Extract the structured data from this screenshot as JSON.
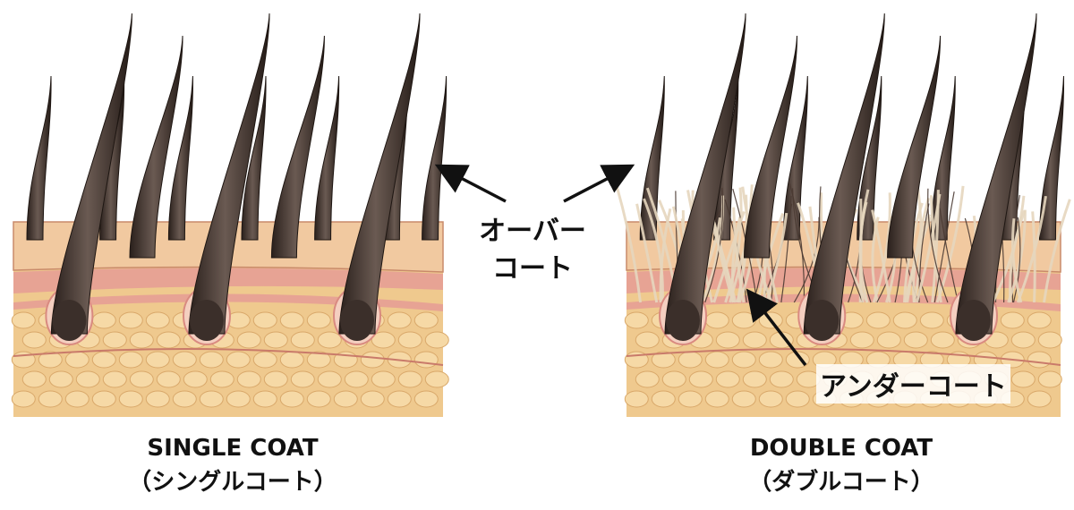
{
  "labels": {
    "overcoat_line1": "オーバー",
    "overcoat_line2": "コート",
    "undercoat": "アンダーコート"
  },
  "panels": [
    {
      "title": "SINGLE COAT",
      "subtitle": "（シングルコート）"
    },
    {
      "title": "DOUBLE COAT",
      "subtitle": "（ダブルコート）"
    }
  ],
  "colors": {
    "hair": "#3b2f2a",
    "skin_top": "#f1c9a0",
    "dermis": "#e7a394",
    "fat": "#efc98e",
    "undercoat": "#e6d6be"
  }
}
